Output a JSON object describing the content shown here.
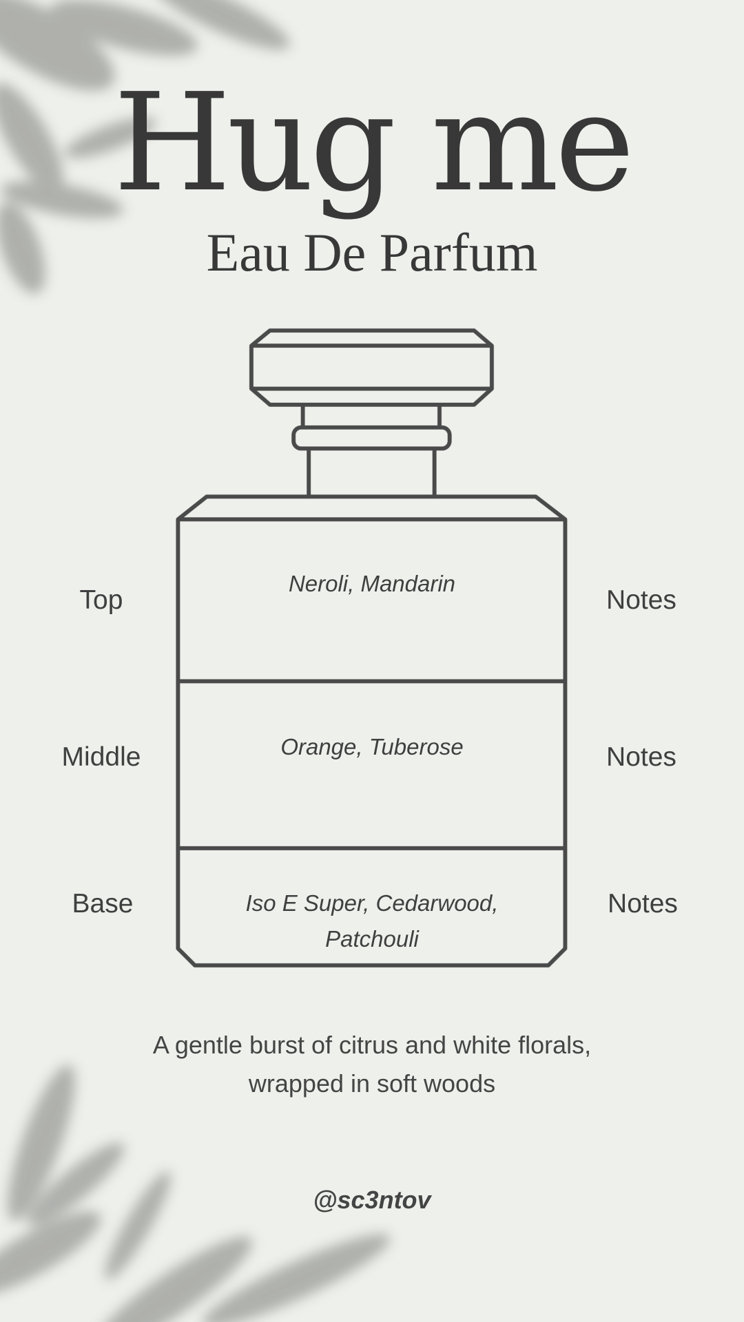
{
  "title": "Hug me",
  "subtitle": "Eau De Parfum",
  "notes": [
    {
      "label": "Top",
      "suffix": "Notes",
      "ingredients": "Neroli, Mandarin"
    },
    {
      "label": "Middle",
      "suffix": "Notes",
      "ingredients": "Orange, Tuberose"
    },
    {
      "label": "Base",
      "suffix": "Notes",
      "ingredients": "Iso E Super, Cedarwood, Patchouli"
    }
  ],
  "description": "A gentle burst of citrus and white florals, wrapped in soft woods",
  "handle": "@sc3ntov",
  "colors": {
    "background": "#eef0eb",
    "ink": "#4a4a4a",
    "shadow": "#9a9c98"
  }
}
